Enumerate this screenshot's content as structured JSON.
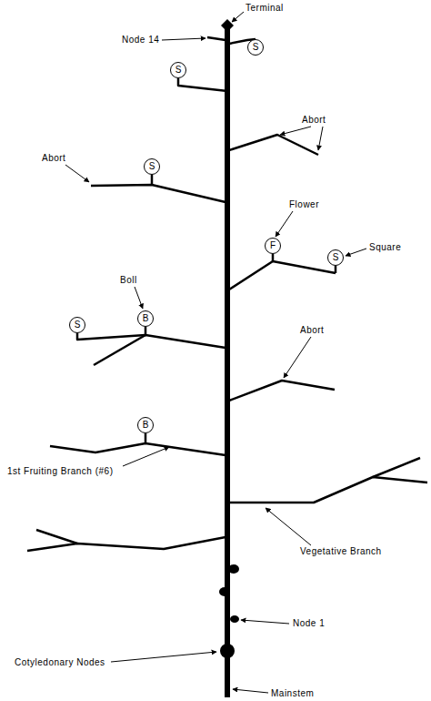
{
  "diagram": {
    "nodes": [
      {
        "text": [
          "S"
        ]
      },
      {
        "text": [
          "S"
        ]
      },
      {
        "text": [
          "S"
        ]
      },
      {
        "text": [
          "F"
        ]
      },
      {
        "text": [
          "S"
        ]
      },
      {
        "text": [
          "B"
        ]
      },
      {
        "text": [
          "S"
        ]
      },
      {
        "text": [
          "B"
        ]
      }
    ],
    "labels": [
      "Terminal",
      "Node 14",
      "Abort",
      "Abort",
      "Flower",
      "Square",
      "Boll",
      "Abort",
      "1st Fruiting Branch (#6)",
      "Vegetative Branch",
      "Node 1",
      "Cotyledonary Nodes",
      "Mainstem"
    ]
  }
}
